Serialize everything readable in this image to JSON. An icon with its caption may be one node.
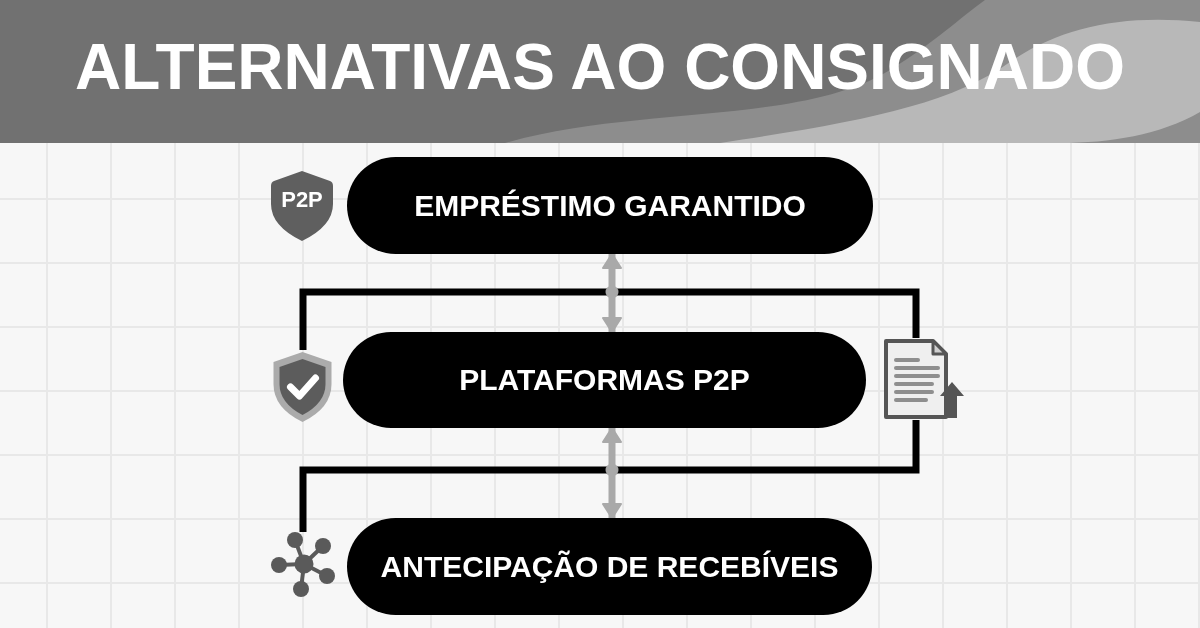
{
  "diagram": {
    "title": "ALTERNATIVAS AO CONSIGNADO",
    "nodes": [
      {
        "text": [
          "P2P"
        ]
      },
      {
        "text": [
          "EMPRÉSTIMO GARANTIDO"
        ]
      },
      {
        "text": [],
        "shape": "picture"
      },
      {
        "text": [
          "PLATAFORMAS P2P"
        ]
      },
      {
        "text": [],
        "shape": "picture"
      },
      {
        "text": [],
        "shape": "picture"
      },
      {
        "text": [
          "ANTECIPAÇÃO DE RECEBÍVEIS"
        ]
      }
    ],
    "edges": [
      {
        "from": 2,
        "to": 4,
        "arrow": "none",
        "color": "#000000"
      },
      {
        "from": 4,
        "to": 5,
        "arrow": "none",
        "color": "#000000"
      },
      {
        "from": 1,
        "to": 3,
        "arrow": "both",
        "color": "#a9a9a9"
      },
      {
        "from": 3,
        "to": 6,
        "arrow": "both",
        "color": "#a9a9a9"
      }
    ]
  }
}
